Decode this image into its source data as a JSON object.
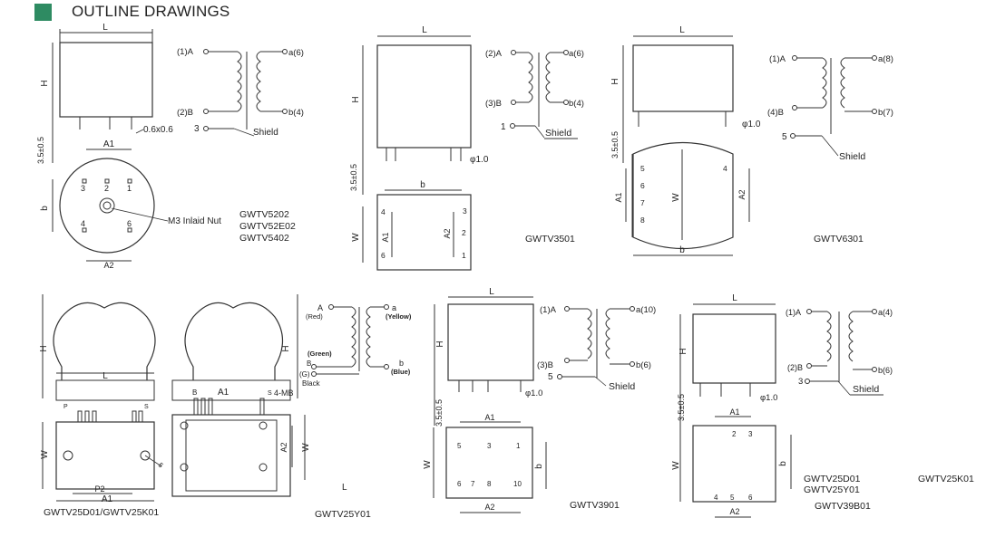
{
  "header": {
    "title": "OUTLINE DRAWINGS",
    "accent_color": "#2e8b62"
  },
  "models": {
    "gwtv5202": "GWTV5202",
    "gwtv52e02": "GWTV52E02",
    "gwtv5402": "GWTV5402",
    "gwtv3501": "GWTV3501",
    "gwtv6301": "GWTV6301",
    "gwtv25d01_25k01": "GWTV25D01/GWTV25K01",
    "gwtv25y01": "GWTV25Y01",
    "gwtv3901": "GWTV3901",
    "gwtv25d01": "GWTV25D01",
    "gwtv25y01_b": "GWTV25Y01",
    "gwtv39b01": "GWTV39B01",
    "gwtv25k01": "GWTV25K01"
  },
  "labels": {
    "l": "L",
    "h": "H",
    "b": "b",
    "w": "W",
    "a1": "A1",
    "a2": "A2",
    "p2": "P2",
    "shield": "Shield",
    "dim_06": "0.6x0.6",
    "dim_phi10": "φ1.0",
    "dim_35": "3.5±0.5",
    "m3_nut": "M3 Inlaid Nut",
    "mb4": "4-MB",
    "red": "(Red)",
    "yellow": "(Yellow)",
    "green": "(Green)",
    "blue": "(Blue)",
    "black": "Black",
    "g": "(G)",
    "A": "A",
    "B_pin": "B",
    "a": "a",
    "p1a": "(1)A",
    "p2b": "(2)B",
    "pa6": "a(6)",
    "pb4": "b(4)",
    "p2a": "(2)A",
    "p3b": "(3)B",
    "p4b": "(4)B",
    "pa8": "a(8)",
    "pb7": "b(7)",
    "pa10": "a(10)",
    "pb6": "b(6)",
    "pa4": "a(4)",
    "n1": "1",
    "n2": "2",
    "n3": "3",
    "n4": "4",
    "n5": "5",
    "n6": "6",
    "n7": "7",
    "n8": "8",
    "n10": "10",
    "p": "P",
    "s": "S"
  }
}
